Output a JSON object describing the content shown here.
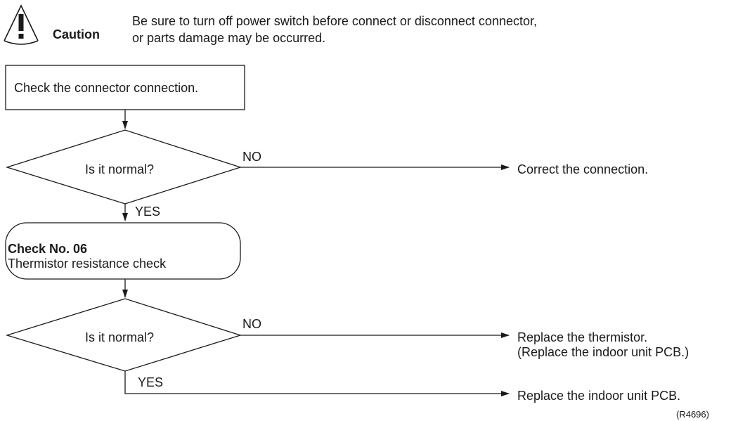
{
  "caution": {
    "label": "Caution",
    "text_line1": "Be sure to turn off power switch before connect or disconnect connector,",
    "text_line2": "or parts damage may be occurred."
  },
  "flow": {
    "step1": "Check the connector connection.",
    "decision1": "Is it normal?",
    "decision1_no": "NO",
    "decision1_yes": "YES",
    "outcome1": "Correct the connection.",
    "step2_title": "Check No. 06",
    "step2_text": "Thermistor resistance check",
    "decision2": "Is it normal?",
    "decision2_no": "NO",
    "decision2_yes": "YES",
    "outcome2_line1": "Replace the thermistor.",
    "outcome2_line2": "(Replace the indoor unit PCB.)",
    "outcome3": "Replace the indoor unit PCB."
  },
  "figure_ref": "(R4696)"
}
